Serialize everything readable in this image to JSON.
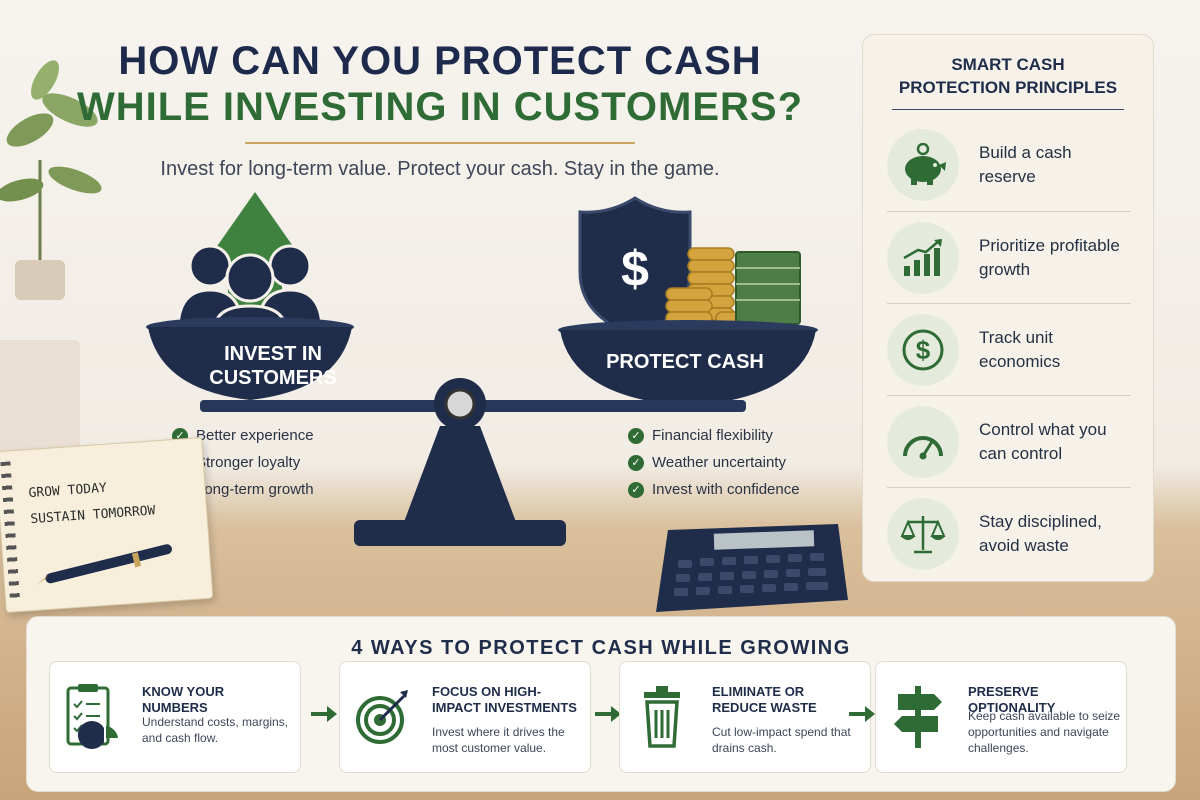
{
  "header": {
    "title_line1": "HOW CAN YOU PROTECT CASH",
    "title_line2": "WHILE INVESTING IN CUSTOMERS?",
    "subtitle": "Invest for long-term value.  Protect your cash.  Stay in the game."
  },
  "scale": {
    "left_label_line1": "INVEST IN",
    "left_label_line2": "CUSTOMERS",
    "right_label": "PROTECT CASH",
    "left_benefits": [
      "Better experience",
      "Stronger loyalty",
      "Long-term growth"
    ],
    "right_benefits": [
      "Financial flexibility",
      "Weather uncertainty",
      "Invest with confidence"
    ],
    "shield_symbol": "$"
  },
  "notebook": {
    "line1": "GROW TODAY",
    "line2": "SUSTAIN TOMORROW"
  },
  "principles": {
    "title_line1": "SMART CASH",
    "title_line2": "PROTECTION PRINCIPLES",
    "items": [
      {
        "icon": "piggy-bank-icon",
        "label": "Build a cash reserve"
      },
      {
        "icon": "growth-chart-icon",
        "label": "Prioritize profitable growth"
      },
      {
        "icon": "dollar-coin-icon",
        "label": "Track unit economics"
      },
      {
        "icon": "gauge-icon",
        "label": "Control what you can control"
      },
      {
        "icon": "balance-scale-icon",
        "label": "Stay disciplined, avoid waste"
      }
    ]
  },
  "ways": {
    "title": "4 WAYS TO PROTECT CASH WHILE GROWING",
    "items": [
      {
        "icon": "clipboard-chart-icon",
        "title": "KNOW YOUR NUMBERS",
        "desc": "Understand costs, margins, and cash flow."
      },
      {
        "icon": "target-icon",
        "title": "FOCUS ON HIGH-IMPACT INVESTMENTS",
        "desc": "Invest where it drives the most customer value."
      },
      {
        "icon": "trash-can-icon",
        "title": "ELIMINATE OR REDUCE WASTE",
        "desc": "Cut low-impact spend that drains cash."
      },
      {
        "icon": "signpost-icon",
        "title": "PRESERVE OPTIONALITY",
        "desc": "Keep cash available to seize opportunities and navigate challenges."
      }
    ]
  },
  "colors": {
    "navy": "#1f2d4a",
    "green": "#2f6b35",
    "gold": "#c9a55b"
  }
}
